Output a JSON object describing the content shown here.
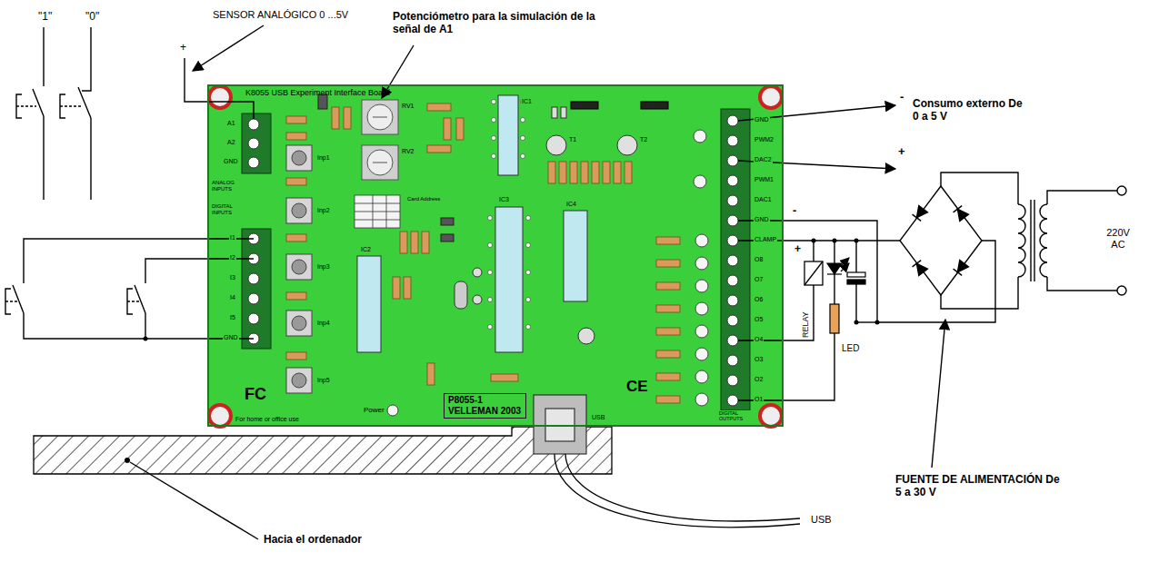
{
  "diagram": {
    "nodes": [
      {
        "text": [
          "K8055 USB Experiment Interface Board"
        ]
      },
      {
        "text": [
          "P8055-1",
          "VELLEMAN 2003"
        ],
        "in": 0
      }
    ],
    "labels": [
      "SENSOR ANALÓGICO 0 ...5V",
      "+",
      "Potenciómetro para la simulación de la señal de A1",
      "\"1\"",
      "\"0\"",
      "Consumo externo De 0 a 5 V",
      "-",
      "+",
      "-",
      "+",
      "RELAY",
      "LED",
      "220V AC",
      "FUENTE DE ALIMENTACIÓN De 5 a 30 V",
      "USB",
      "Hacia el ordenador",
      "USB",
      "A1",
      "A2",
      "GND",
      "ANALOG INPUTS",
      "DIGITAL INPUTS",
      "I1",
      "I2",
      "I3",
      "I4",
      "I5",
      "GND",
      "GND",
      "PWM2",
      "DAC2",
      "PWM1",
      "DAC1",
      "GND",
      "CLAMP",
      "O8",
      "O7",
      "O6",
      "O5",
      "O4",
      "O3",
      "O2",
      "O1",
      "DIGITAL OUTPUTS",
      "Power",
      "For home or office use",
      "FC",
      "CE",
      "IC1",
      "IC2",
      "IC3",
      "IC4",
      "Inp1",
      "Inp2",
      "Inp3",
      "Inp4",
      "Inp5",
      "RV1",
      "RV2",
      "T1",
      "T2",
      "Card Address"
    ]
  }
}
